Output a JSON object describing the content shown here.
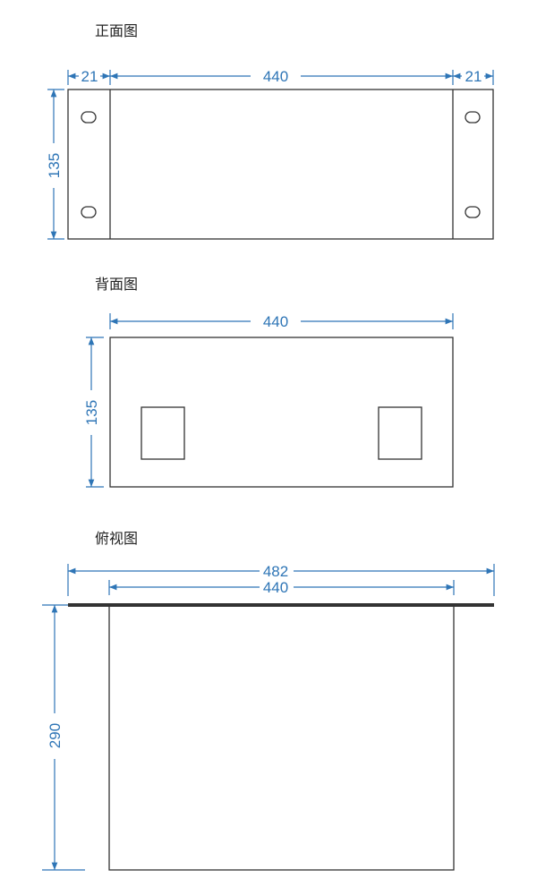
{
  "colors": {
    "dimension": "#2e75b6",
    "outline": "#333333"
  },
  "front_view": {
    "title": "正面图",
    "dim_left": "21",
    "dim_width": "440",
    "dim_right": "21",
    "dim_height": "135"
  },
  "back_view": {
    "title": "背面图",
    "dim_width": "440",
    "dim_height": "135"
  },
  "top_view": {
    "title": "俯视图",
    "dim_total_width": "482",
    "dim_width": "440",
    "dim_depth": "290"
  }
}
